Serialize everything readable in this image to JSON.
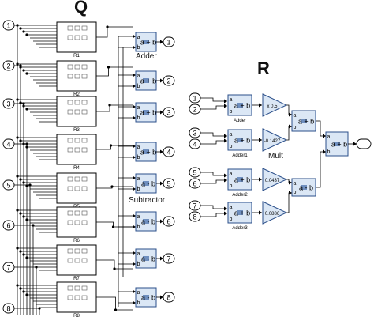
{
  "panels": {
    "left": "Q",
    "right": "R"
  },
  "left_inputs": [
    "1",
    "2",
    "3",
    "4",
    "5",
    "6",
    "7",
    "8"
  ],
  "left_outputs": [
    "1",
    "2",
    "3",
    "4",
    "5",
    "6",
    "7",
    "8"
  ],
  "blocks": {
    "r": [
      "R1",
      "R2",
      "R3",
      "R4",
      "R5",
      "R6",
      "R7",
      "R8"
    ],
    "left_ops": [
      "a + b",
      "a + b",
      "a + b",
      "a + b",
      "a - b",
      "a - b",
      "a - b",
      "a - b"
    ],
    "adder_label": "Adder",
    "subtractor_label": "Subtractor"
  },
  "right": {
    "inputs": [
      "1",
      "2",
      "3",
      "4",
      "5",
      "6",
      "7",
      "8"
    ],
    "add_blocks": [
      "Adder",
      "Adder1",
      "Adder2",
      "Adder3"
    ],
    "op_add": "a + b",
    "op_sub": "a - b",
    "gains": [
      "x 0.5",
      "-0.1427",
      "0.0437",
      "0.0886"
    ],
    "mult_label": "Mult",
    "port_a": "a",
    "port_b": "b"
  }
}
